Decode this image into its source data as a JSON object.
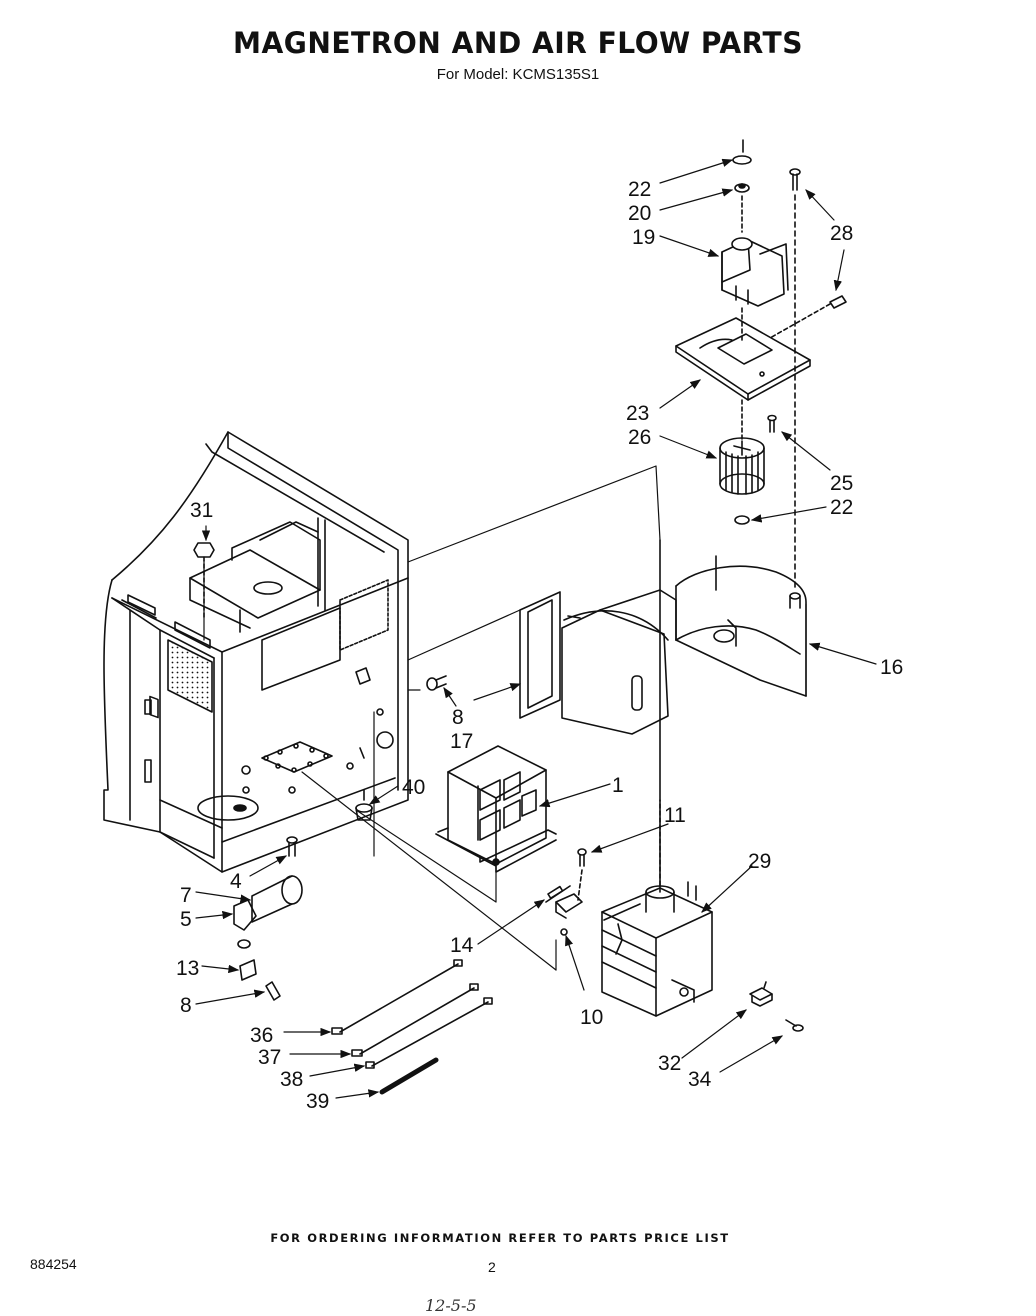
{
  "header": {
    "title": "MAGNETRON AND AIR FLOW PARTS",
    "subtitle": "For Model: KCMS135S1"
  },
  "callouts": {
    "c1": "1",
    "c4": "4",
    "c5": "5",
    "c7": "7",
    "c8a": "8",
    "c8b": "8",
    "c10": "10",
    "c11": "11",
    "c13": "13",
    "c14": "14",
    "c16": "16",
    "c17": "17",
    "c19": "19",
    "c20": "20",
    "c22a": "22",
    "c22b": "22",
    "c23": "23",
    "c25": "25",
    "c26": "26",
    "c28": "28",
    "c29": "29",
    "c31": "31",
    "c32": "32",
    "c34": "34",
    "c36": "36",
    "c37": "37",
    "c38": "38",
    "c39": "39",
    "c40": "40"
  },
  "footer": {
    "note": "FOR ORDERING INFORMATION REFER TO PARTS PRICE LIST",
    "doc_number": "884254",
    "page_number": "2",
    "handwritten": "12-5-5"
  }
}
